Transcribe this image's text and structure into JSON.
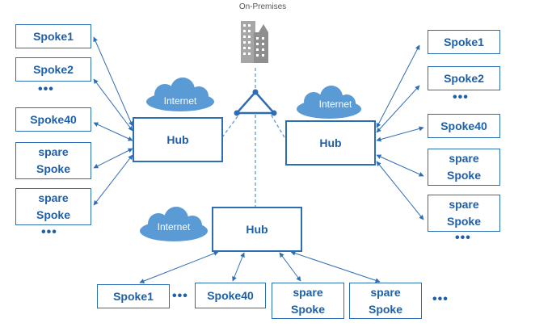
{
  "on_premises": {
    "label": "On-Premises",
    "icon": "building-icon"
  },
  "hubs": [
    {
      "label": "Hub",
      "cloud_label": "Internet"
    },
    {
      "label": "Hub",
      "cloud_label": "Internet"
    },
    {
      "label": "Hub",
      "cloud_label": "Internet"
    }
  ],
  "left_spokes": [
    "Spoke1",
    "Spoke2",
    "Spoke40",
    "spare\nSpoke",
    "spare\nSpoke"
  ],
  "right_spokes": [
    "Spoke1",
    "Spoke2",
    "Spoke40",
    "spare\nSpoke",
    "spare\nSpoke"
  ],
  "bottom_spokes": [
    "Spoke1",
    "Spoke40",
    "spare\nSpoke",
    "spare\nSpoke"
  ],
  "ellipsis": "•••",
  "colors": {
    "line": "#2e6db4",
    "cloud": "#5b9bd5",
    "building": "#a6a6a6"
  }
}
